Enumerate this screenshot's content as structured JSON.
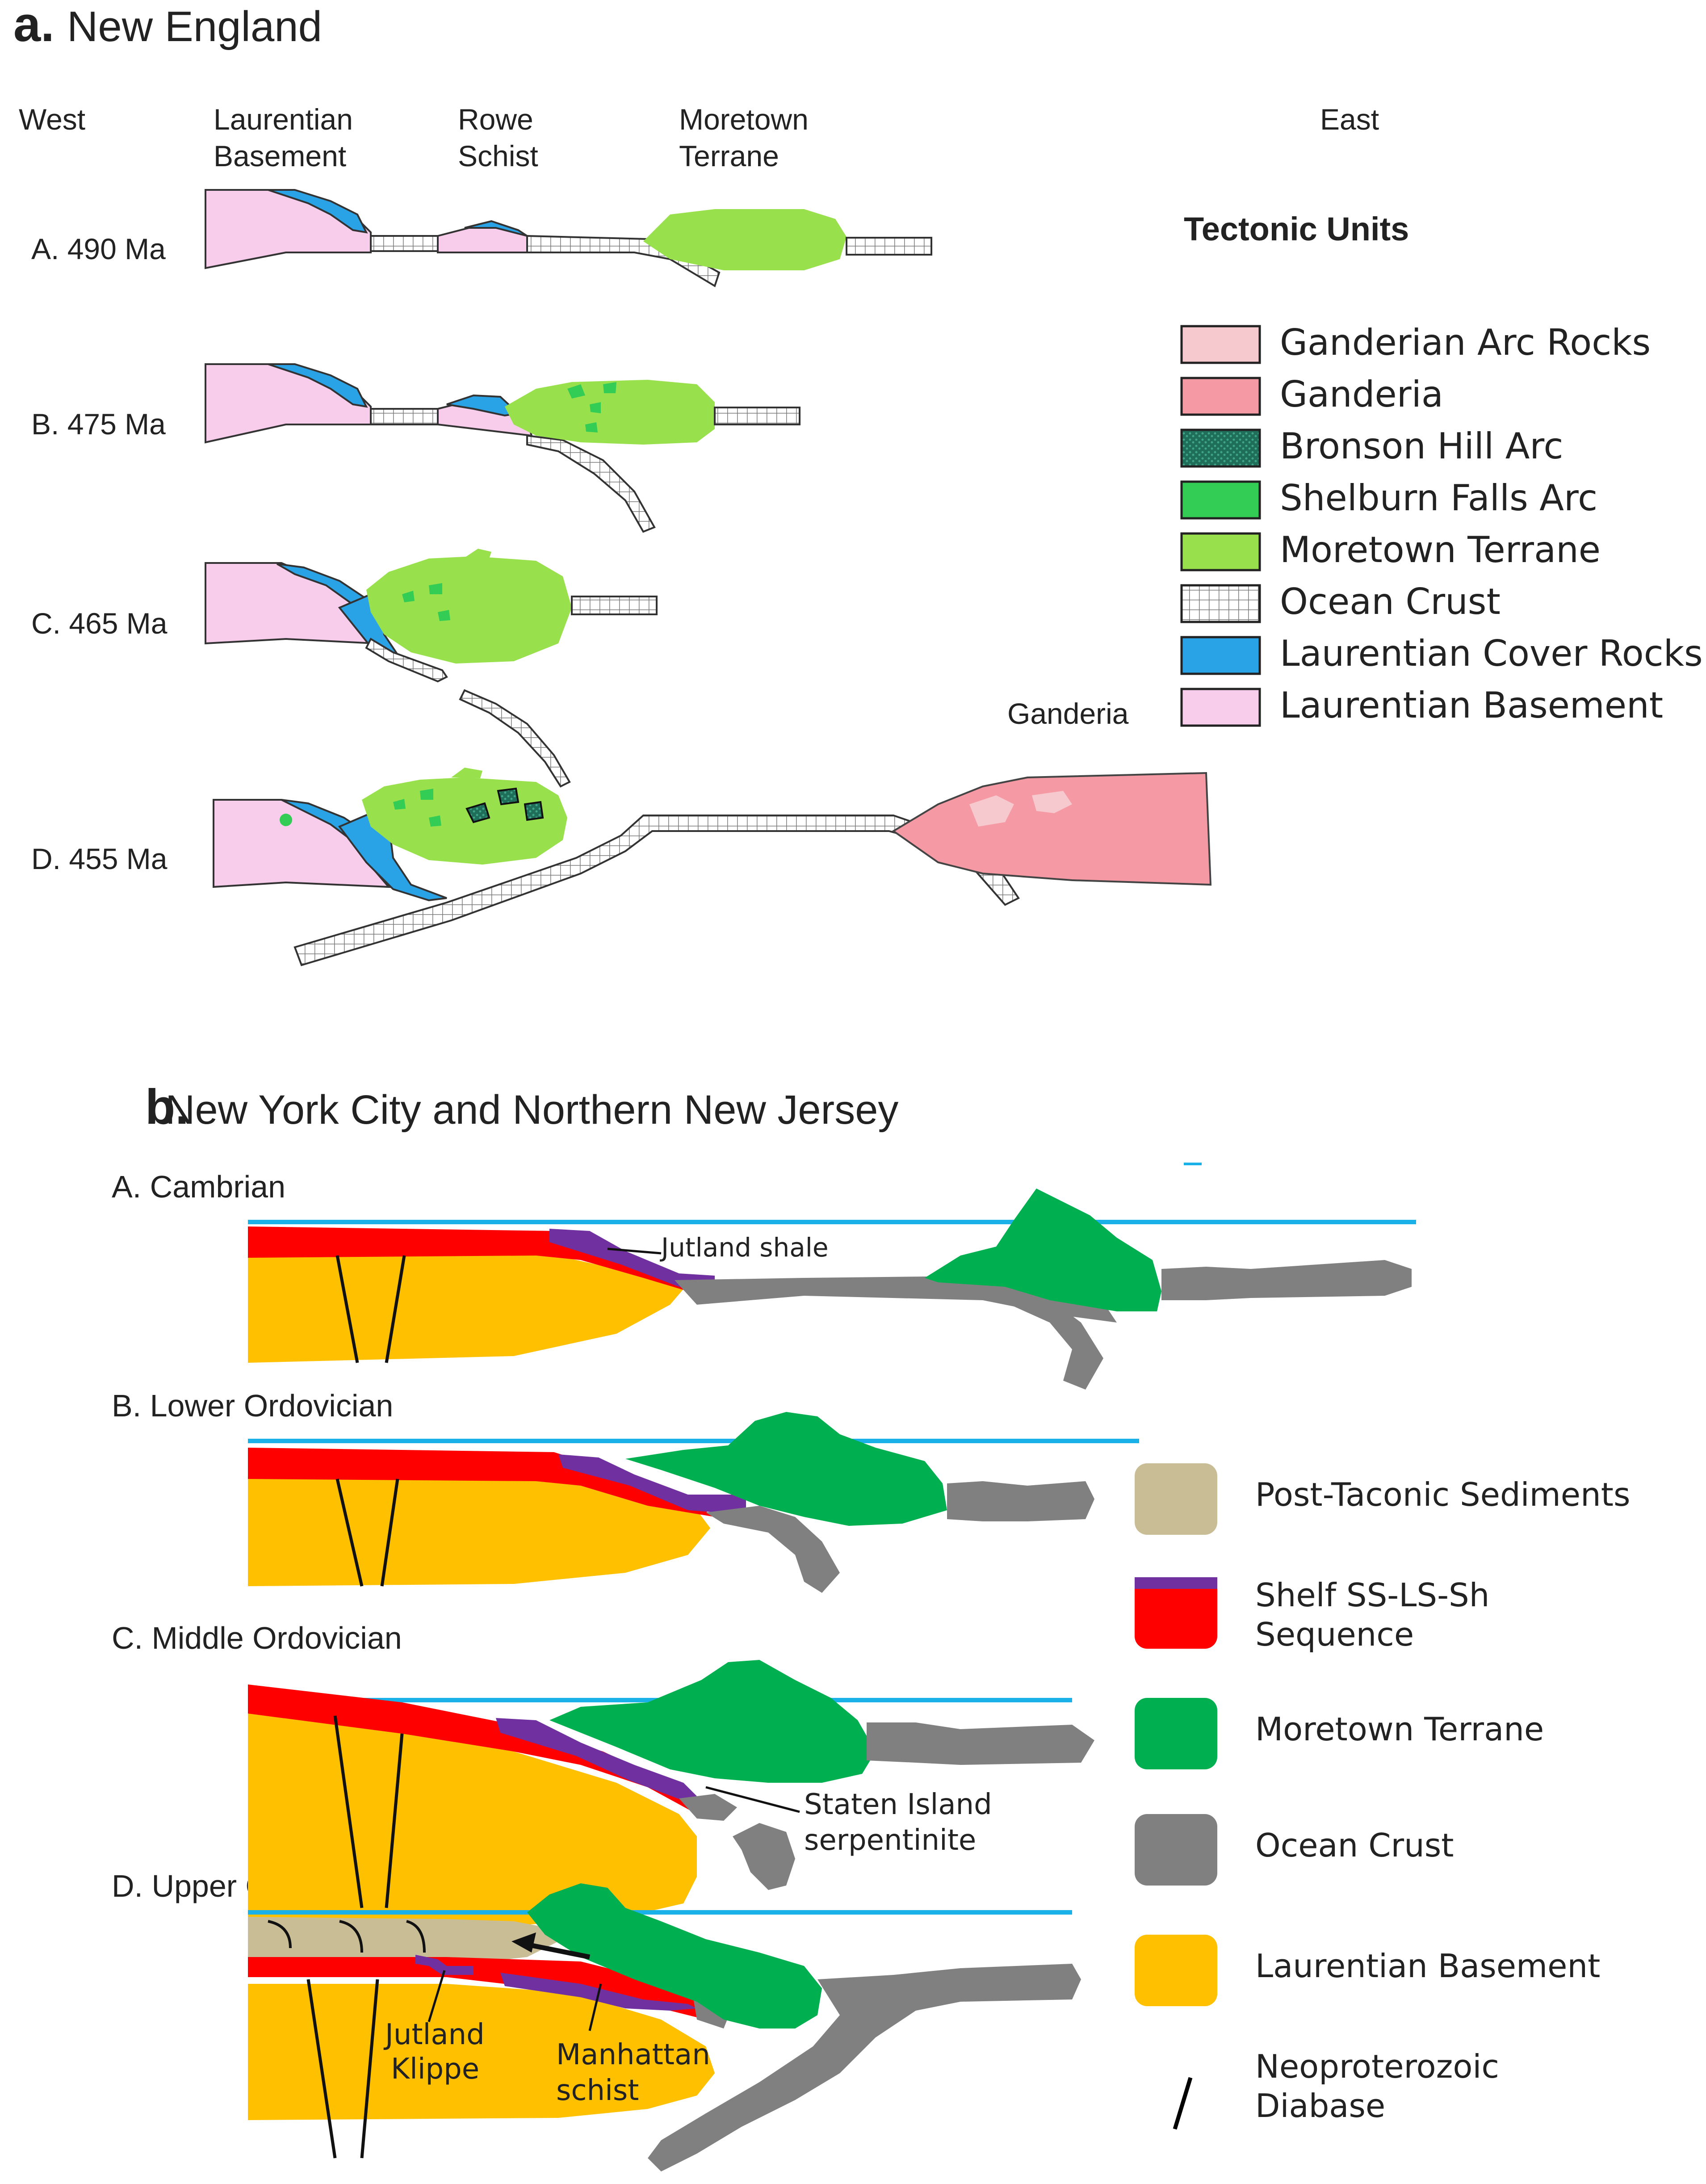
{
  "panel_a": {
    "letter": "a.",
    "title": "New England",
    "direction_west": "West",
    "direction_east": "East",
    "unit_labels": {
      "laurentian_line1": "Laurentian",
      "laurentian_line2": "Basement",
      "rowe_line1": "Rowe",
      "rowe_line2": "Schist",
      "moretown_line1": "Moretown",
      "moretown_line2": "Terrane",
      "ganderia": "Ganderia"
    },
    "stages": [
      {
        "label": "A.  490 Ma"
      },
      {
        "label": "B.  475 Ma"
      },
      {
        "label": "C.  465 Ma"
      },
      {
        "label": "D.  455 Ma"
      }
    ],
    "legend_title": "Tectonic Units",
    "legend": [
      {
        "label": "Ganderian Arc Rocks",
        "color": "#f6c9cf",
        "pattern": "none"
      },
      {
        "label": "Ganderia",
        "color": "#f59aa4",
        "pattern": "none"
      },
      {
        "label": "Bronson Hill Arc",
        "color": "#1f6e5a",
        "pattern": "dots"
      },
      {
        "label": "Shelburn Falls Arc",
        "color": "#33cc55",
        "pattern": "none"
      },
      {
        "label": "Moretown Terrane",
        "color": "#99e04d",
        "pattern": "none"
      },
      {
        "label": "Ocean Crust",
        "color": "#ffffff",
        "pattern": "grid"
      },
      {
        "label": "Laurentian Cover Rocks",
        "color": "#29a3e6",
        "pattern": "none"
      },
      {
        "label": "Laurentian Basement",
        "color": "#f7cdeb",
        "pattern": "none"
      }
    ]
  },
  "panel_b": {
    "letter": "b.",
    "title": "New York City and Northern New Jersey",
    "stages": [
      {
        "label": "A.  Cambrian"
      },
      {
        "label": "B.  Lower Ordovician"
      },
      {
        "label": "C. Middle Ordovician"
      },
      {
        "label": "D. Upper Ordovician"
      }
    ],
    "annotations": {
      "jutland_shale": "Jutland  shale",
      "staten_line1": "Staten Island",
      "staten_line2": "serpentinite",
      "jutland_klippe_line1": "Jutland",
      "jutland_klippe_line2": "Klippe",
      "manhattan_line1": "Manhattan",
      "manhattan_line2": "schist"
    },
    "legend": [
      {
        "label_lines": [
          "Post-Taconic Sediments"
        ],
        "color": "#c9bd96"
      },
      {
        "label_lines": [
          "Shelf SS-LS-Sh",
          "Sequence"
        ],
        "color": "#ff0000",
        "top_color": "#7030a0"
      },
      {
        "label_lines": [
          "Moretown Terrane"
        ],
        "color": "#00b050"
      },
      {
        "label_lines": [
          "Ocean Crust"
        ],
        "color": "#808080"
      },
      {
        "label_lines": [
          "Laurentian Basement"
        ],
        "color": "#ffc000"
      },
      {
        "label_lines": [
          "Neoproterozoic",
          "Diabase"
        ],
        "color": "#000000",
        "symbol": "line"
      }
    ]
  },
  "colors": {
    "sea_level": "#1ab0e8",
    "outline": "#333333"
  }
}
